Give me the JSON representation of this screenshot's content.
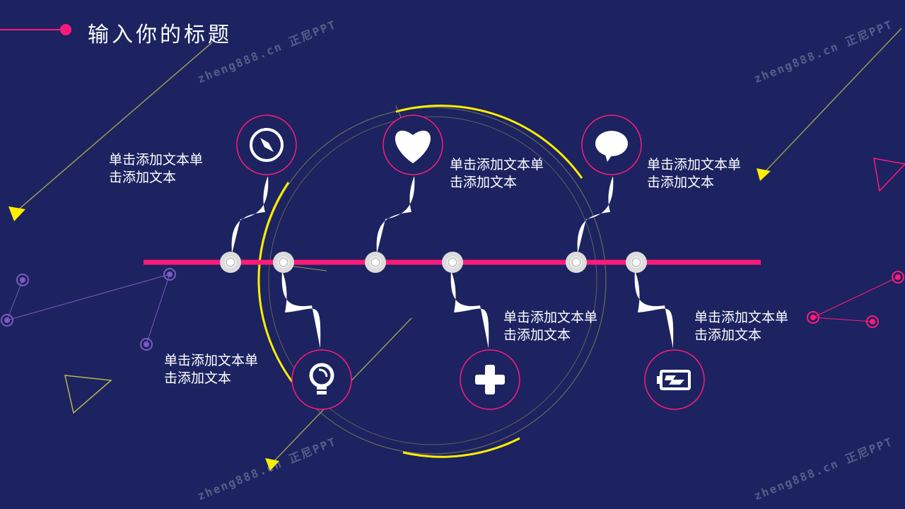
{
  "slide": {
    "title": "输入你的标题",
    "watermark": "zheng888.cn 正尼PPT"
  },
  "timeline": {
    "items": [
      {
        "id": "compass",
        "icon": "compass-icon",
        "caption": "单击添加文本单\n击添加文本",
        "position": "top"
      },
      {
        "id": "bulb",
        "icon": "lightbulb-icon",
        "caption": "单击添加文本单\n击添加文本",
        "position": "bottom"
      },
      {
        "id": "heart",
        "icon": "heart-icon",
        "caption": "单击添加文本单\n击添加文本",
        "position": "top"
      },
      {
        "id": "plus",
        "icon": "plus-icon",
        "caption": "单击添加文本单\n击添加文本",
        "position": "bottom"
      },
      {
        "id": "chat",
        "icon": "speech-bubble-icon",
        "caption": "单击添加文本单\n击添加文本",
        "position": "top"
      },
      {
        "id": "battery",
        "icon": "battery-icon",
        "caption": "单击添加文本单\n击添加文本",
        "position": "bottom"
      }
    ]
  },
  "colors": {
    "background": "#1c2360",
    "accent_pink": "#ff1a7a",
    "accent_yellow": "#ffee00",
    "text": "#ffffff"
  }
}
